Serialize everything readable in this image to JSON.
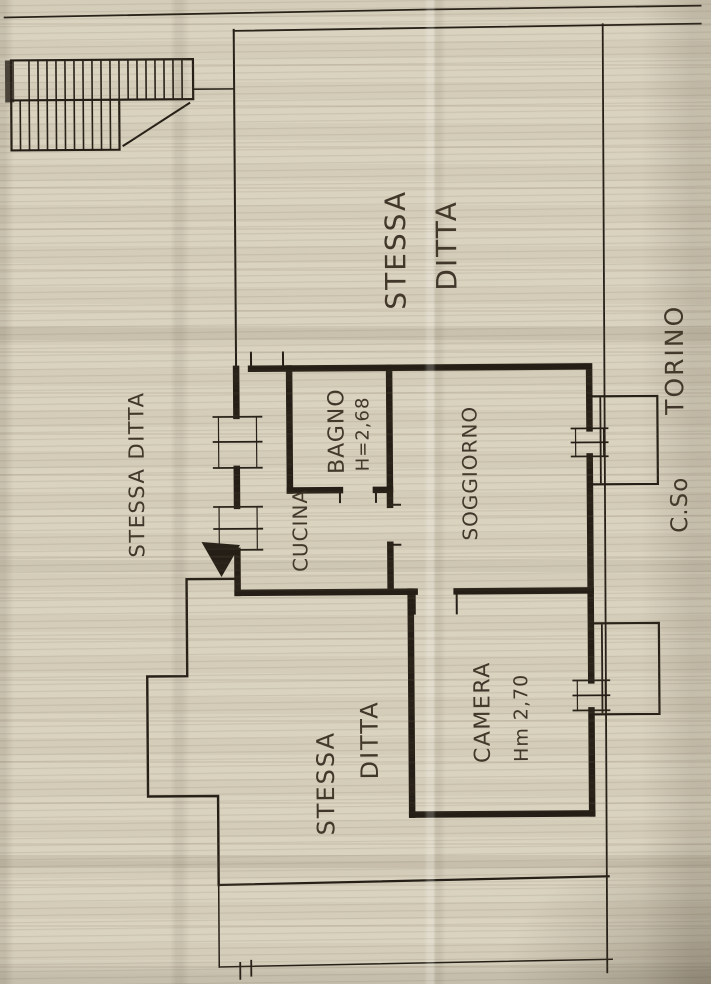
{
  "palette": {
    "paper": "#dad3c0",
    "ink": "#241e16"
  },
  "rooms": {
    "bagno": {
      "label": "BAGNO",
      "height": "H=2,68"
    },
    "cucina": {
      "label": "CUCINA"
    },
    "soggiorno": {
      "label": "SOGGIORNO"
    },
    "camera": {
      "label": "CAMERA",
      "height": "Hm 2,70"
    }
  },
  "neighbors": {
    "top": {
      "line1": "STESSA",
      "line2": "DITTA"
    },
    "left": {
      "text": "STESSA DITTA"
    },
    "bottom": {
      "line1": "STESSA",
      "line2": "DITTA"
    }
  },
  "street": {
    "prefix": "C.So",
    "name": "TORINO"
  }
}
